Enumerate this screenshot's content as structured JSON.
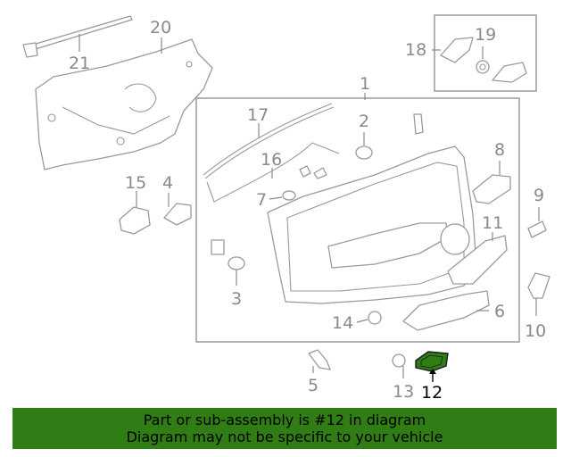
{
  "labels": {
    "n1": "1",
    "n2": "2",
    "n3": "3",
    "n4": "4",
    "n5": "5",
    "n6": "6",
    "n7": "7",
    "n8": "8",
    "n9": "9",
    "n10": "10",
    "n11": "11",
    "n12": "12",
    "n13": "13",
    "n14": "14",
    "n15": "15",
    "n16": "16",
    "n17": "17",
    "n18": "18",
    "n19": "19",
    "n20": "20",
    "n21": "21"
  },
  "banner": {
    "line1": "Part or sub-assembly is #12 in diagram",
    "line2": "Diagram may not be specific to your vehicle"
  },
  "colors": {
    "banner": "#2f7d14",
    "highlight_part": "#2f7d14",
    "line_art": "#9a9a9a"
  }
}
